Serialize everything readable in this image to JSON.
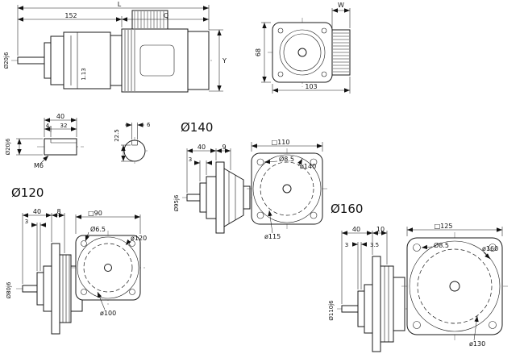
{
  "drawing": {
    "side_view": {
      "L": "L",
      "len152": "152",
      "Q": "Q",
      "shaft_dia": "Ø20j6",
      "ratio": "1.13",
      "Y": "Y"
    },
    "end_view": {
      "W": "W",
      "h68": "68",
      "w103": "103"
    },
    "shaft_detail": {
      "len40": "40",
      "ch4": "4",
      "len32": "32",
      "shaft_dia": "Ø20j6",
      "key": "M6",
      "h22_5": "22.5",
      "w6": "6"
    },
    "flange140": {
      "title": "Ø140",
      "t3": "3",
      "l40": "40",
      "l9": "9",
      "square": "□110",
      "bolt_hole": "Ø8.5",
      "od": "ø140",
      "pilot": "Ø95j6",
      "bolt_circle": "ø115"
    },
    "flange120": {
      "title": "Ø120",
      "l40": "40",
      "l8": "8",
      "t3": "3",
      "square": "□90",
      "bolt_hole": "Ø6.5",
      "od": "ø120",
      "pilot": "Ø80j6",
      "bolt_circle": "ø100"
    },
    "flange160": {
      "title": "Ø160",
      "l40": "40",
      "l10": "10",
      "t3_5": "3.5",
      "t3": "3",
      "square": "□125",
      "bolt_hole": "Ø8.5",
      "od": "ø160",
      "pilot": "Ø110j6",
      "bolt_circle": "ø130"
    }
  }
}
